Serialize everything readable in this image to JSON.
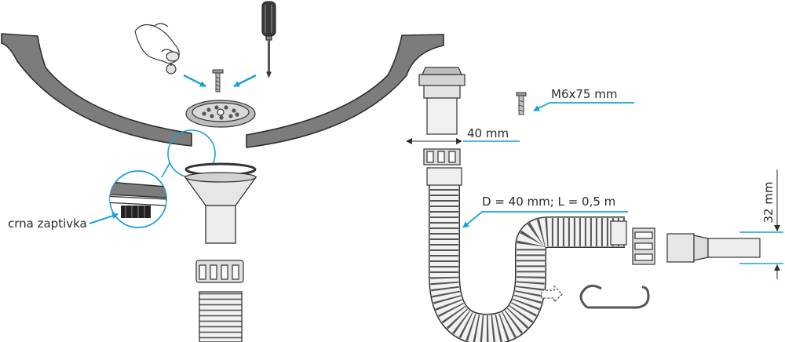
{
  "labels": {
    "gasket": "crna zaptivka",
    "screw": "M6x75 mm",
    "width": "40 mm",
    "hose": "D = 40 mm; L = 0,5 m",
    "height": "32 mm"
  },
  "colors": {
    "accent": "#1ea0d8",
    "sink_fill": "#7c7c7c",
    "outline": "#2f2f2f",
    "gasket": "#222222"
  }
}
